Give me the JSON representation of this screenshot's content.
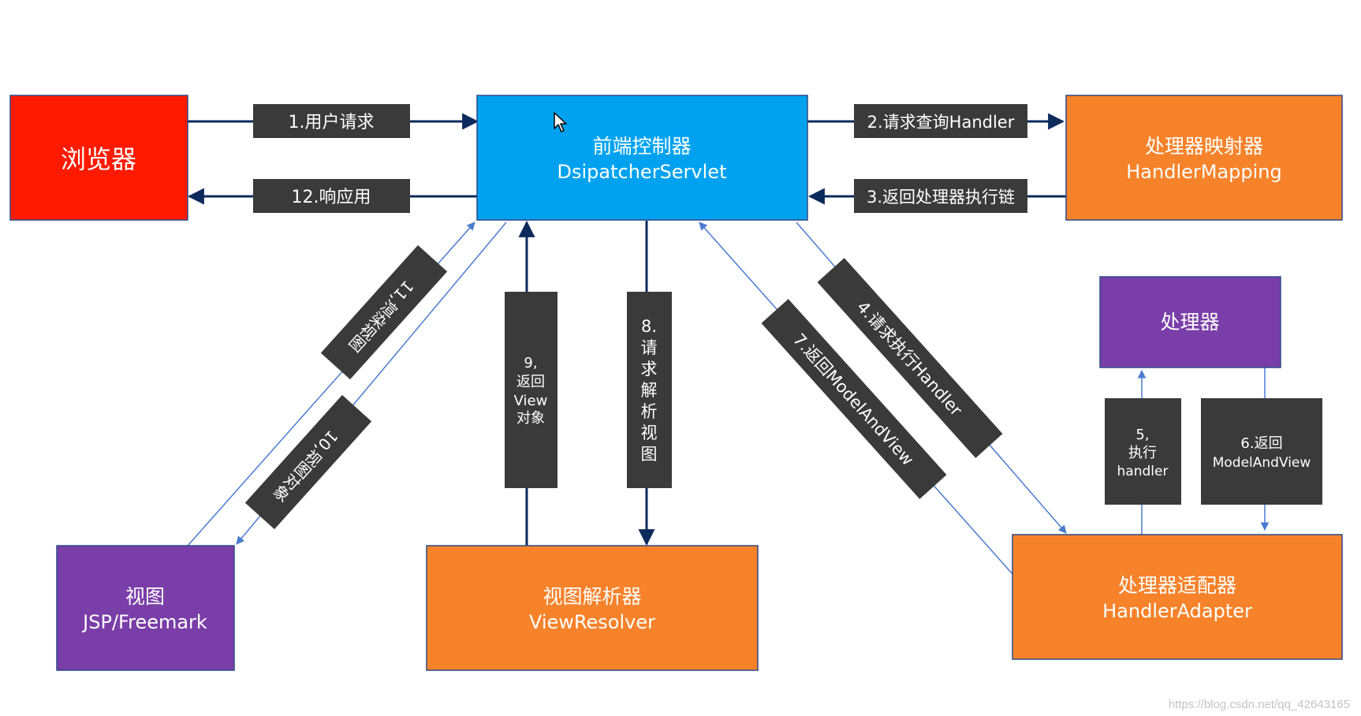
{
  "nodes": {
    "browser": {
      "label": "浏览器",
      "color": "#ff1a00"
    },
    "dispatcher": {
      "title": "前端控制器",
      "subtitle": "DsipatcherServlet",
      "color": "#00a2f0"
    },
    "handler_mapping": {
      "title": "处理器映射器",
      "subtitle": "HandlerMapping",
      "color": "#f6822a"
    },
    "handler": {
      "label": "处理器",
      "color": "#7a3ea8"
    },
    "handler_adapter": {
      "title": "处理器适配器",
      "subtitle": "HandlerAdapter",
      "color": "#f6822a"
    },
    "view_resolver": {
      "title": "视图解析器",
      "subtitle": "ViewResolver",
      "color": "#f6822a"
    },
    "view": {
      "title": "视图",
      "subtitle": "JSP/Freemark",
      "color": "#7a3ea8"
    }
  },
  "steps": {
    "s1": {
      "label": "1.用户请求"
    },
    "s2": {
      "label": "2.请求查询Handler"
    },
    "s3": {
      "label": "3.返回处理器执行链"
    },
    "s4": {
      "label": "4.请求执行Handler"
    },
    "s5": {
      "lines": [
        "5,",
        "执行",
        "handler"
      ]
    },
    "s6": {
      "lines": [
        "6.返回",
        "ModelAndView"
      ]
    },
    "s7": {
      "label": "7.返回ModelAndView"
    },
    "s8": {
      "lines": [
        "8.",
        "请",
        "求",
        "解",
        "析",
        "视",
        "图"
      ]
    },
    "s9": {
      "lines": [
        "9,",
        "返回",
        "View",
        "对象"
      ]
    },
    "s10": {
      "label": "10,视图对象"
    },
    "s11": {
      "label": "11,渲染视图"
    },
    "s12": {
      "label": "12.响应用"
    }
  },
  "colors": {
    "step_box": "#3a3a3a",
    "arrow_dark": "#0d2a5c",
    "arrow_light": "#4a7bd0"
  },
  "watermark": "https://blog.csdn.net/qq_42643165"
}
